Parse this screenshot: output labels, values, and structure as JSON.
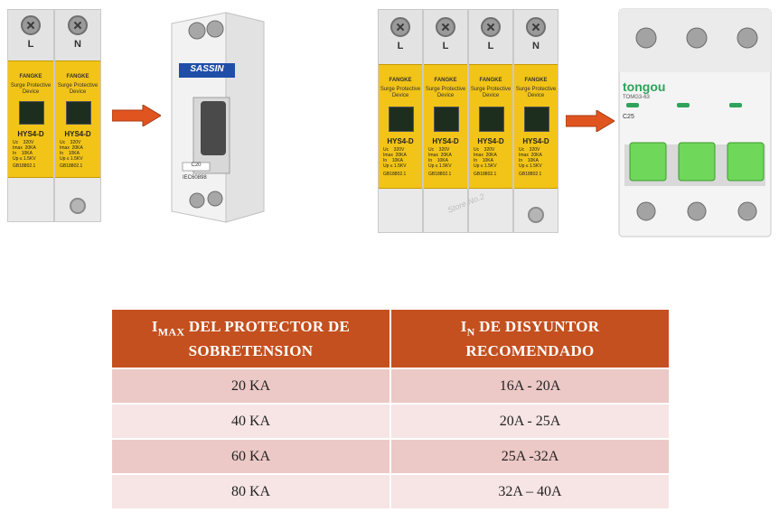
{
  "images": {
    "spd_2pole": {
      "poles": [
        "L",
        "N"
      ],
      "brand": "FANGKE",
      "title_line1": "Surge Protective",
      "title_line2": "Device",
      "model": "HYS4-D",
      "spec_text": "Uc    320V\nImax  20KA\nIn    10KA\nUp ≤ 1.5KV",
      "std": "GB18802.1"
    },
    "breaker_1pole": {
      "brand": "SASSIN",
      "rating": "C20",
      "std": "IEC60898"
    },
    "spd_4pole": {
      "poles": [
        "L",
        "L",
        "L",
        "N"
      ],
      "brand": "FANGKE",
      "title_line1": "Surge Protective",
      "title_line2": "Device",
      "model": "HYS4-D",
      "spec_text": "Uc    320V\nImax  20KA\nIn    10KA\nUp ≤ 1.5KV",
      "std": "GB18802.1",
      "watermark": "Store No.2"
    },
    "breaker_3pole": {
      "brand": "tongou",
      "model": "TOMG3-63",
      "rating": "C25"
    }
  },
  "table": {
    "header1_main": "I",
    "header1_sub": "MAX",
    "header1_rest": " DEL PROTECTOR DE",
    "header1_line2": "SOBRETENSION",
    "header2_main": "I",
    "header2_sub": "N",
    "header2_rest": " DE DISYUNTOR",
    "header2_line2": "RECOMENDADO",
    "rows": [
      [
        "20 KA",
        "16A - 20A"
      ],
      [
        "40 KA",
        "20A - 25A"
      ],
      [
        "60 KA",
        "25A -32A"
      ],
      [
        "80 KA",
        "32A – 40A"
      ]
    ]
  },
  "colors": {
    "header_bg": "#c4501f",
    "row_dark": "#ecc9c6",
    "row_light": "#f6e5e4",
    "spd_yellow": "#f2c417",
    "breaker_green": "#6fd85a",
    "arrow": "#e0551f"
  }
}
